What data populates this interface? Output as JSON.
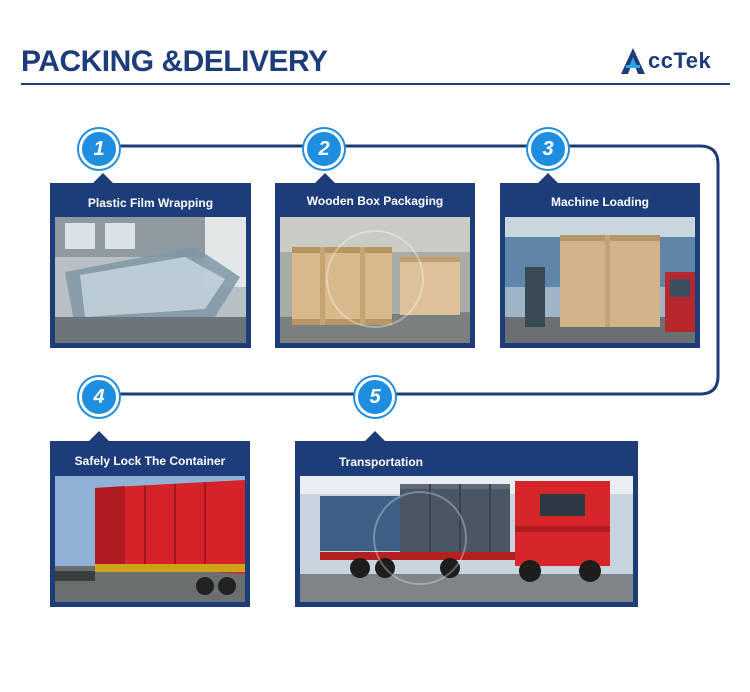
{
  "header": {
    "title": "PACKING &DELIVERY",
    "logo_text": "ccTek",
    "logo_mark": "AccTek"
  },
  "steps": [
    {
      "number": "1",
      "label": "Plastic Film Wrapping"
    },
    {
      "number": "2",
      "label": "Wooden Box Packaging"
    },
    {
      "number": "3",
      "label": "Machine Loading"
    },
    {
      "number": "4",
      "label": "Safely Lock The Container"
    },
    {
      "number": "5",
      "label": "Transportation"
    }
  ],
  "colors": {
    "navy": "#1d3c7a",
    "badge_blue": "#1e8ee0"
  }
}
